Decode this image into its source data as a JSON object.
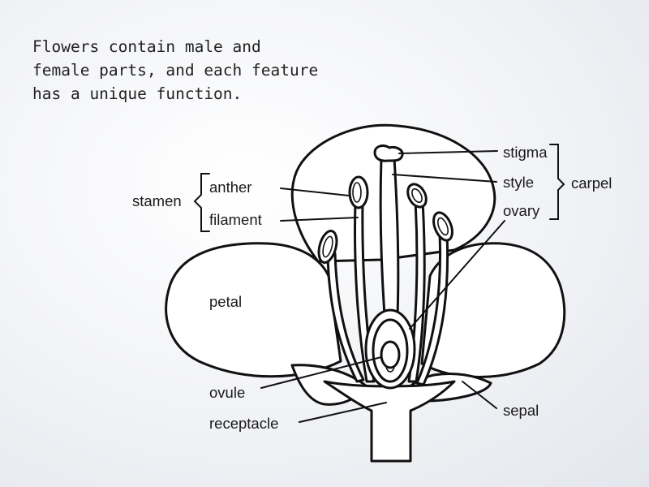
{
  "caption": {
    "lines": [
      "Flowers contain male and",
      "female parts, and each feature",
      "has a unique function."
    ]
  },
  "labels": {
    "stigma": "stigma",
    "style": "style",
    "ovary": "ovary",
    "carpel": "carpel",
    "anther": "anther",
    "filament": "filament",
    "stamen": "stamen",
    "petal": "petal",
    "ovule": "ovule",
    "receptacle": "receptacle",
    "sepal": "sepal"
  }
}
